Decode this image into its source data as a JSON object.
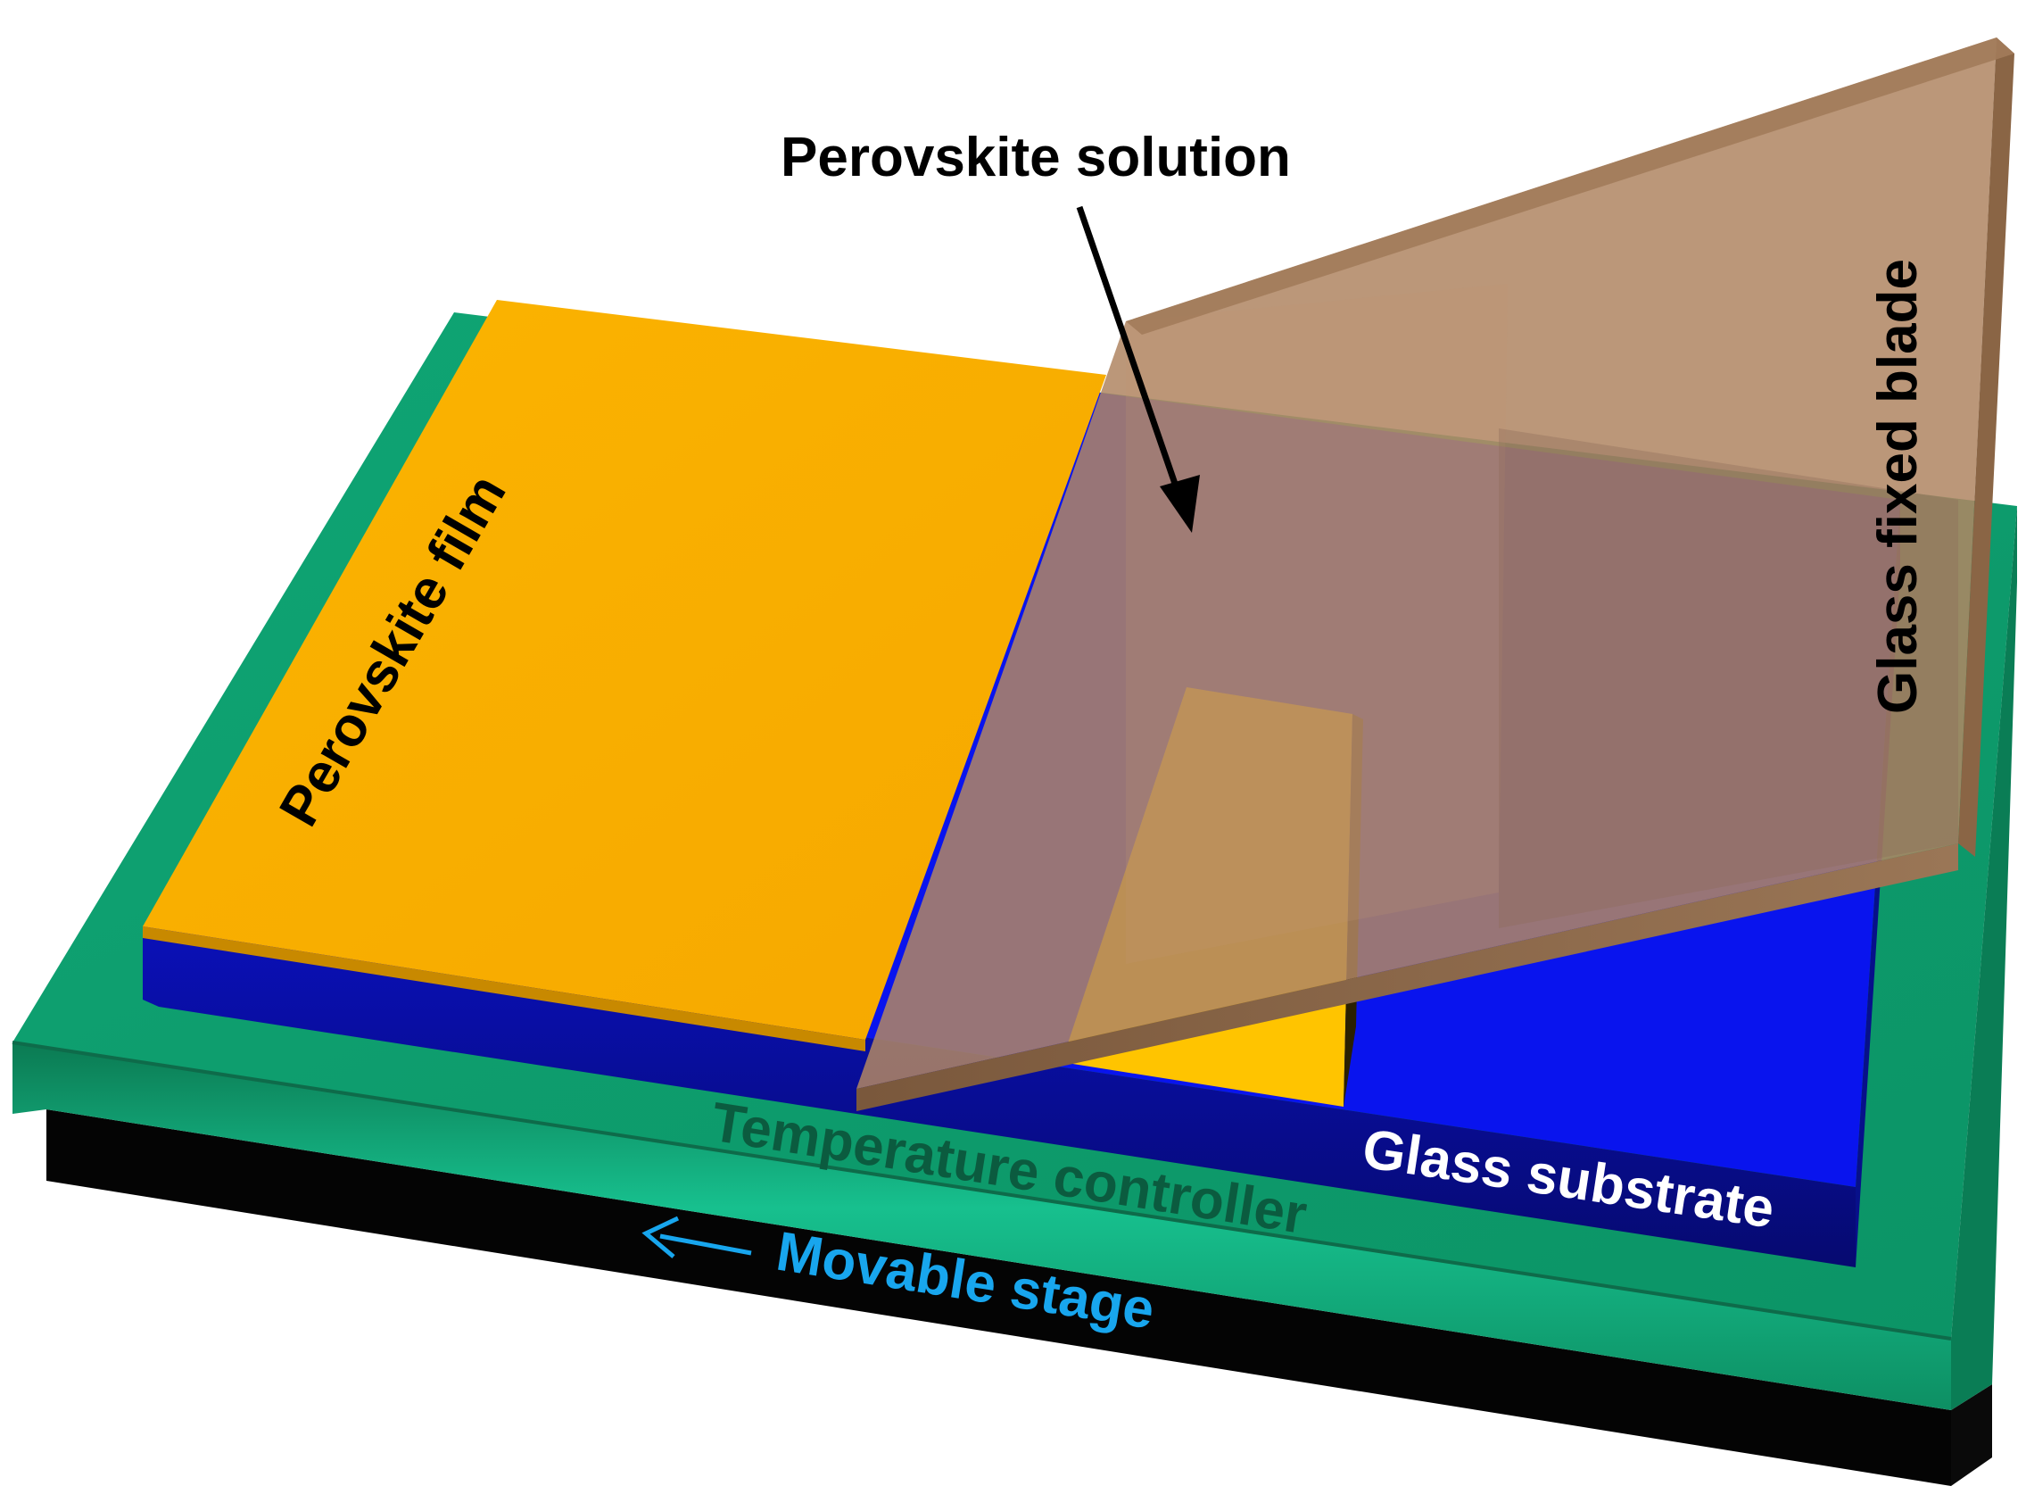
{
  "labels": {
    "perovskite_solution": "Perovskite solution",
    "perovskite_film": "Perovskite film",
    "glass_fixed_blade": "Glass fixed blade",
    "glass_substrate": "Glass substrate",
    "temperature_controller": "Temperature controller",
    "movable_stage": "Movable stage"
  },
  "colors": {
    "stage_black": "#050505",
    "stage_edge": "#0d4a32",
    "controller_top": "#0f9f6c",
    "controller_front": "#14b787",
    "substrate_blue": "#0a18f0",
    "substrate_side": "#0c12a8",
    "film_orange": "#fab000",
    "film_edge": "#d48f00",
    "blade_brown": "#b38a66",
    "blade_edge": "#8c6646",
    "label_black": "#000000",
    "label_white": "#ffffff",
    "label_green": "#0b5b3f",
    "label_cyan": "#18a6ee"
  },
  "icons": {
    "pointer_arrow": "arrow-down-icon",
    "motion_arrow": "arrow-left-icon"
  }
}
